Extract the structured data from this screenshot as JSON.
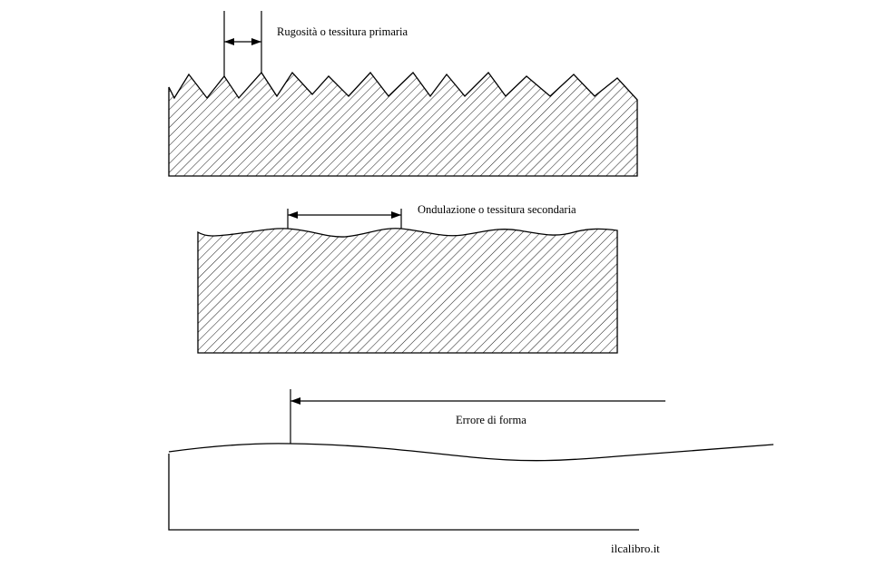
{
  "labels": {
    "roughness": "Rugosità o tessitura primaria",
    "waviness": "Ondulazione o tessitura secondaria",
    "form_error": "Errore di forma"
  },
  "source": "ilcalibro.it",
  "colors": {
    "line": "#000000",
    "background": "#ffffff"
  }
}
